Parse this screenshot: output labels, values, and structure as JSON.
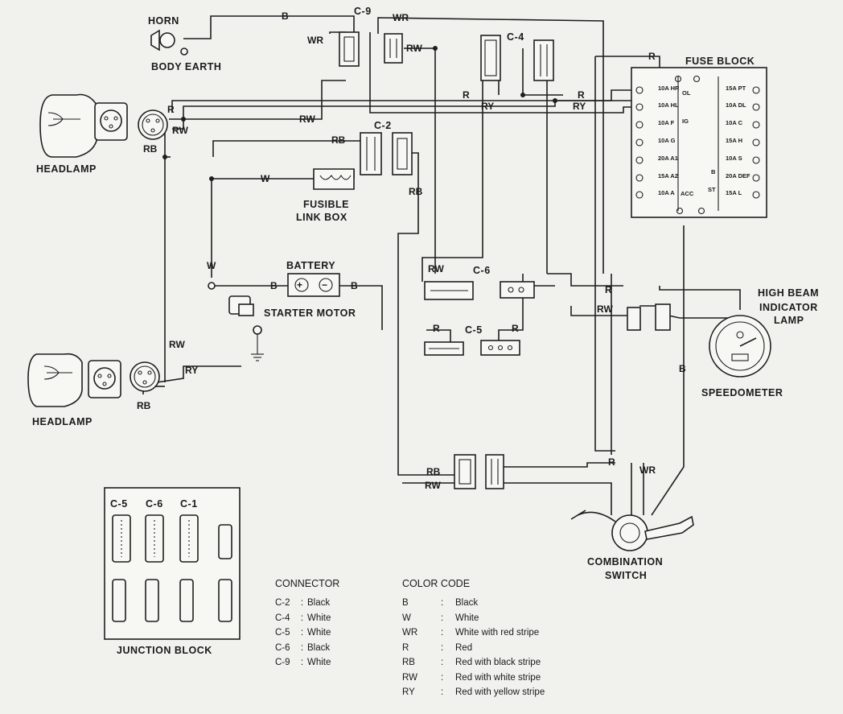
{
  "labels": {
    "horn": "HORN",
    "body_earth": "BODY  EARTH",
    "headlamp_top": "HEADLAMP",
    "headlamp_bottom": "HEADLAMP",
    "fusible_link_1": "FUSIBLE",
    "fusible_link_2": "LINK  BOX",
    "battery": "BATTERY",
    "starter_motor": "STARTER MOTOR",
    "fuse_block": "FUSE BLOCK",
    "high_beam_1": "HIGH  BEAM",
    "high_beam_2": "INDICATOR",
    "high_beam_3": "LAMP",
    "speedometer": "SPEEDOMETER",
    "combination_1": "COMBINATION",
    "combination_2": "SWITCH",
    "junction_block": "JUNCTION BLOCK",
    "plus": "+",
    "minus": "−"
  },
  "connector_tags": {
    "c9": "C-9",
    "c4": "C-4",
    "c2": "C-2",
    "c6": "C-6",
    "c5": "C-5",
    "jb_c5": "C-5",
    "jb_c6": "C-6",
    "jb_c1": "C-1"
  },
  "wires": {
    "b_horn": "B",
    "wr_top": "WR",
    "wr_left": "WR",
    "rw_c9": "RW",
    "r_fuse": "R",
    "r_mid": "R",
    "ry_mid": "RY",
    "r_right": "R",
    "ry_right": "RY",
    "r_headlamp": "R",
    "rw_headlamp": "RW",
    "rb_headlamp": "RB",
    "rw_c2": "RW",
    "rb_c2": "RB",
    "w_fusible": "W",
    "rb_down": "RB",
    "w_left": "W",
    "b_battery_left": "B",
    "b_battery_right": "B",
    "rw_c6": "RW",
    "r_c5_left": "R",
    "r_c5_right": "R",
    "r_hb": "R",
    "rw_hb": "RW",
    "b_right": "B",
    "rw_lower": "RW",
    "ry_lower": "RY",
    "rb_lower_head": "RB",
    "rb_bottom": "RB",
    "rw_bottom": "RW",
    "r_comb": "R",
    "wr_comb": "WR",
    "b_fuse": "B"
  },
  "fuses": {
    "left": [
      "10A HR",
      "10A HL",
      "10A F",
      "10A G",
      "20A A1",
      "15A A2",
      "10A A"
    ],
    "right": [
      "15A PT",
      "10A DL",
      "10A C",
      "15A H",
      "10A S",
      "20A DEF",
      "15A L"
    ],
    "tags": {
      "ol": "OL",
      "ig": "IG",
      "acc": "ACC",
      "st": "ST"
    }
  },
  "connector_legend": {
    "title": "CONNECTOR",
    "items": [
      {
        "code": "C-2",
        "color": "Black"
      },
      {
        "code": "C-4",
        "color": "White"
      },
      {
        "code": "C-5",
        "color": "White"
      },
      {
        "code": "C-6",
        "color": "Black"
      },
      {
        "code": "C-9",
        "color": "White"
      }
    ]
  },
  "color_code": {
    "title": "COLOR CODE",
    "items": [
      {
        "code": "B",
        "meaning": "Black"
      },
      {
        "code": "W",
        "meaning": "White"
      },
      {
        "code": "WR",
        "meaning": "White with red stripe"
      },
      {
        "code": "R",
        "meaning": "Red"
      },
      {
        "code": "RB",
        "meaning": "Red with black stripe"
      },
      {
        "code": "RW",
        "meaning": "Red with white stripe"
      },
      {
        "code": "RY",
        "meaning": "Red with yellow stripe"
      }
    ]
  }
}
